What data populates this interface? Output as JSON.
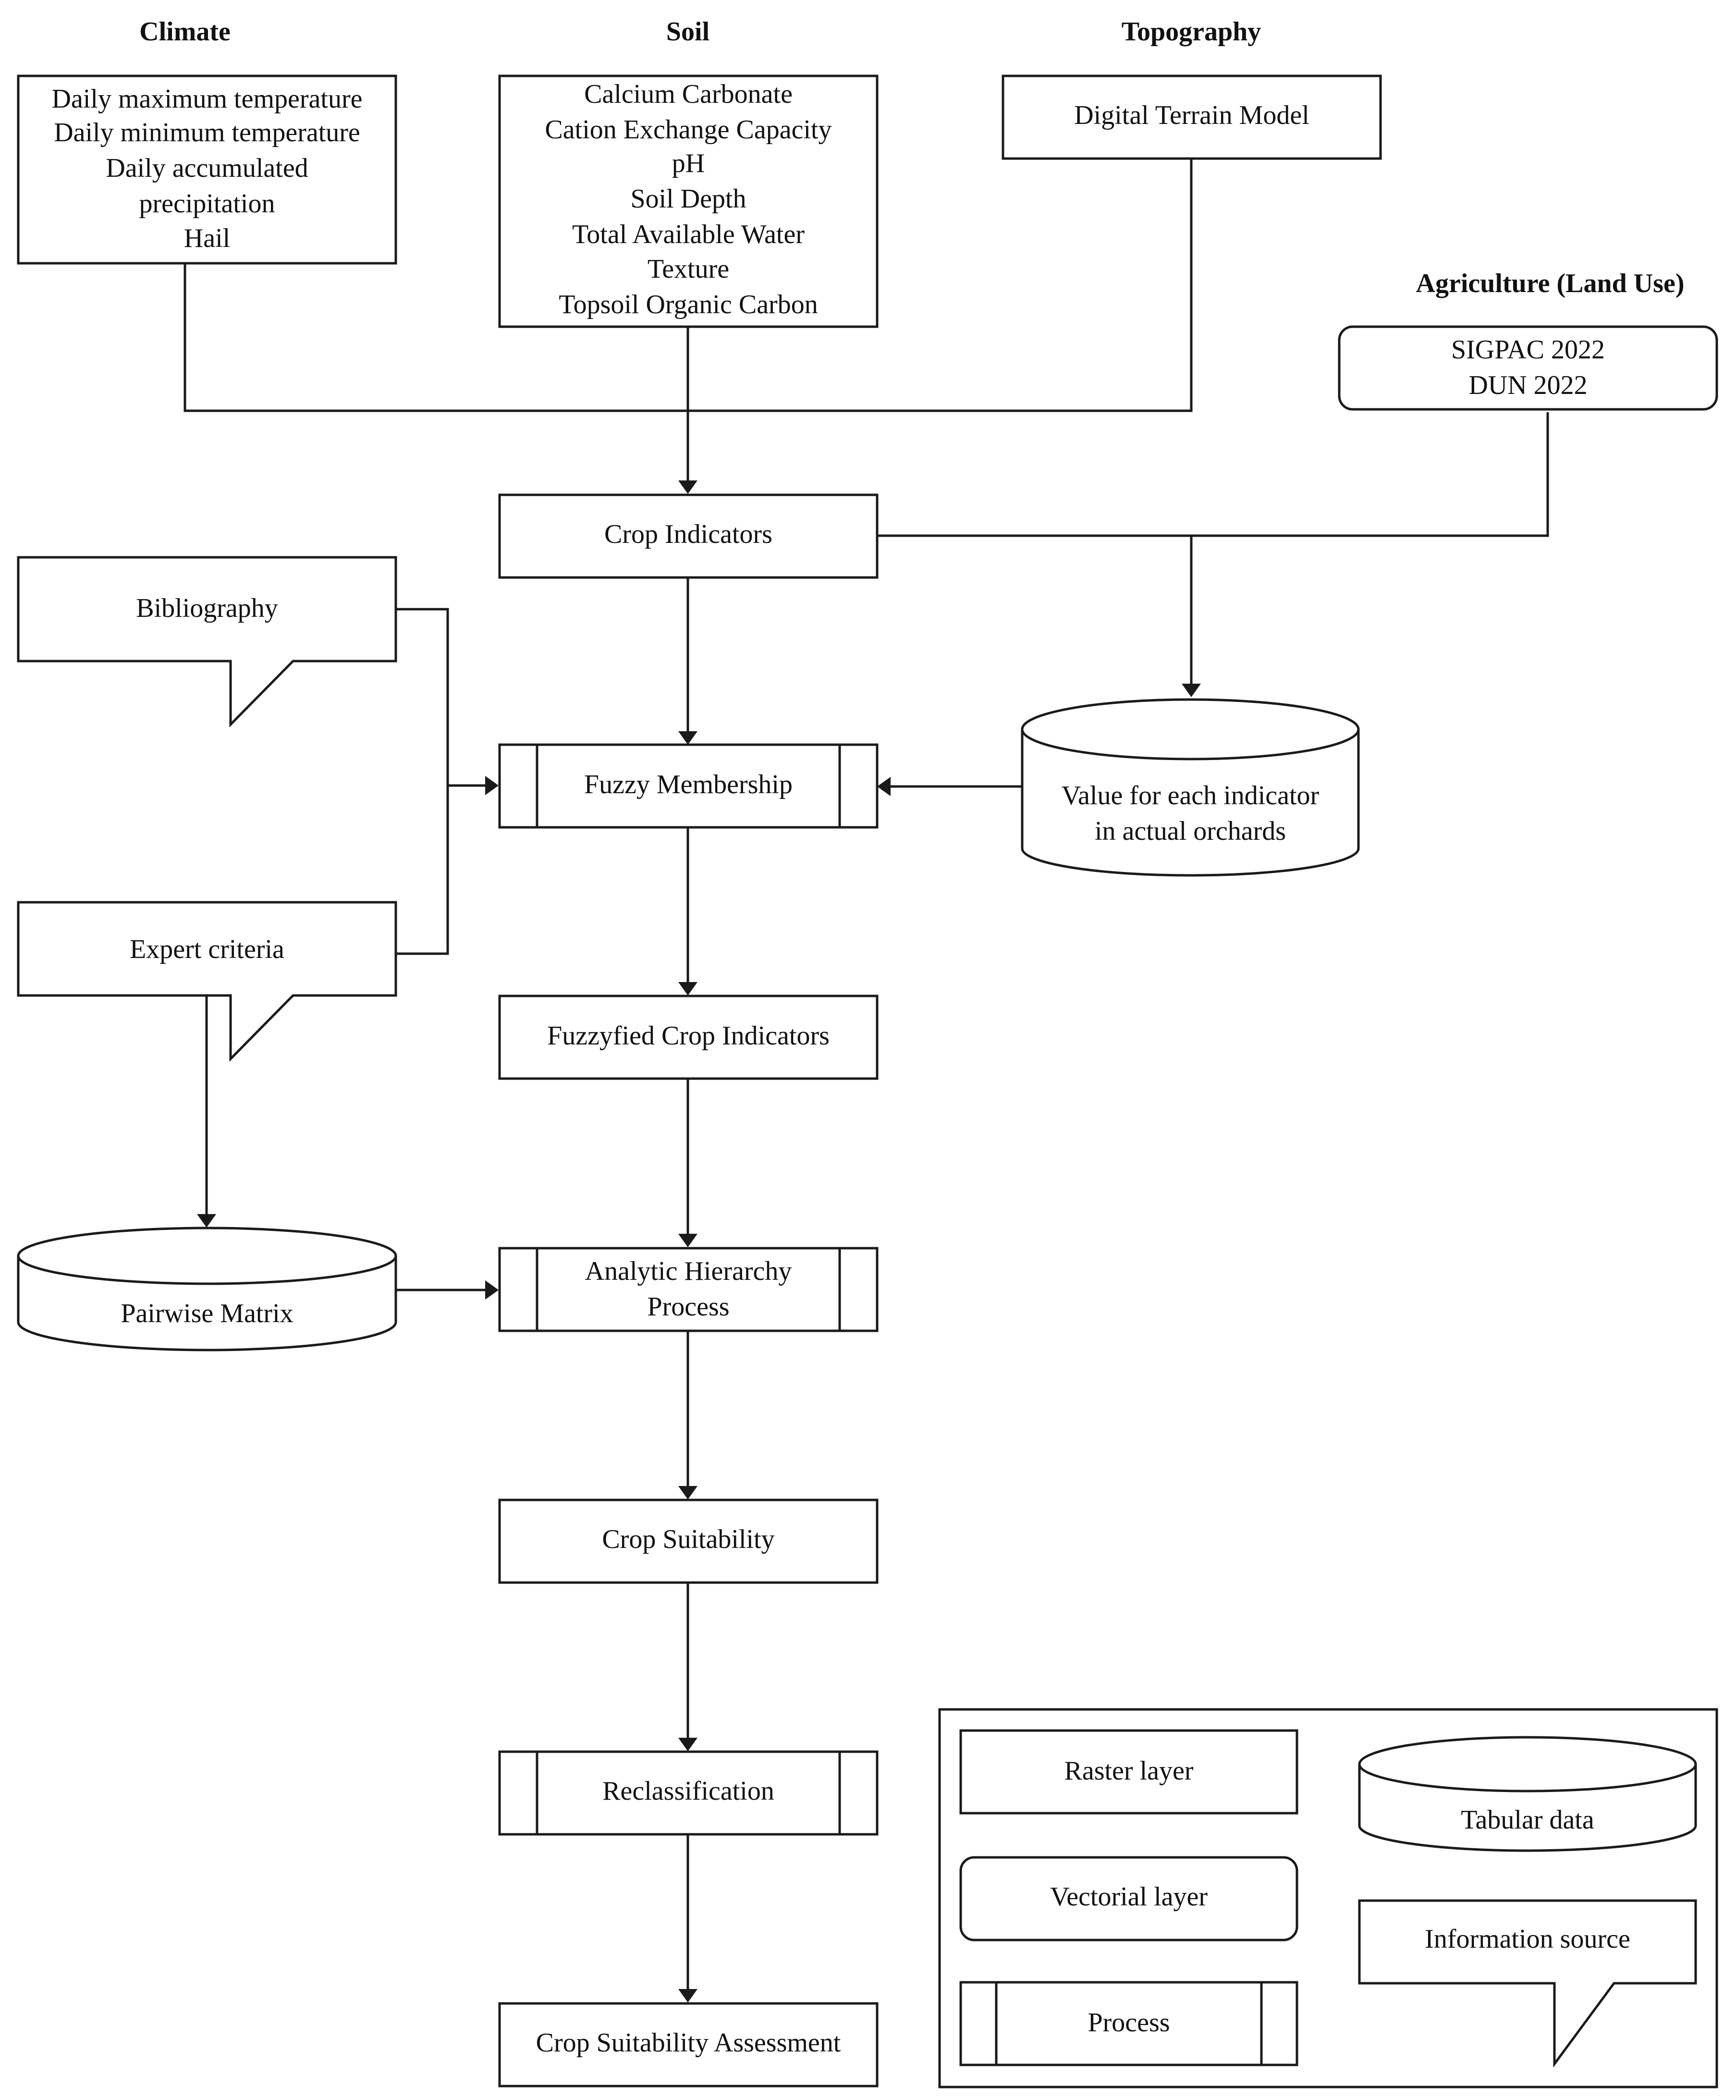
{
  "headers": {
    "climate": "Climate",
    "soil": "Soil",
    "topography": "Topography",
    "agriculture": "Agriculture (Land Use)"
  },
  "climate_box": [
    "Daily maximum temperature",
    "Daily minimum temperature",
    "Daily accumulated",
    "precipitation",
    "Hail"
  ],
  "soil_box": [
    "Calcium Carbonate",
    "Cation Exchange Capacity",
    "pH",
    "Soil Depth",
    "Total Available Water",
    "Texture",
    "Topsoil Organic Carbon"
  ],
  "topography_box": [
    "Digital Terrain Model"
  ],
  "agriculture_box": [
    "SIGPAC 2022",
    "DUN 2022"
  ],
  "crop_indicators": "Crop Indicators",
  "bibliography": "Bibliography",
  "fuzzy_membership": "Fuzzy Membership",
  "value_each_indicator": [
    "Value for each indicator",
    "in actual orchards"
  ],
  "expert_criteria": "Expert criteria",
  "fuzzyfied_crop_indicators": "Fuzzyfied Crop Indicators",
  "pairwise_matrix": "Pairwise Matrix",
  "ahp": [
    "Analytic Hierarchy",
    "Process"
  ],
  "crop_suitability": "Crop Suitability",
  "reclassification": "Reclassification",
  "crop_suitability_assessment": "Crop Suitability Assessment",
  "legend": {
    "raster": "Raster layer",
    "tabular": "Tabular data",
    "vectorial": "Vectorial layer",
    "information_source": "Information source",
    "process": "Process"
  },
  "colors": {
    "stroke": "#1a1a1a",
    "text": "#111111",
    "background": "#ffffff"
  }
}
